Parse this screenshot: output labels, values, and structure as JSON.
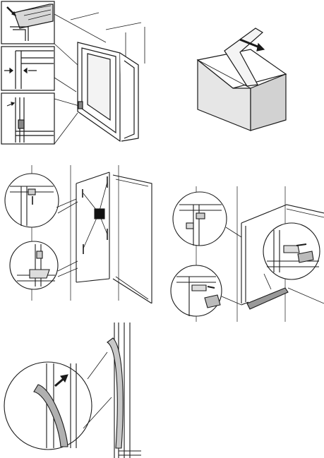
{
  "page": {
    "title": "",
    "panels": [
      {
        "id": "panel-1",
        "desc_icon": "cabinet-frame-install-icon"
      },
      {
        "id": "panel-2",
        "desc_icon": "box-unwrap-tape-icon"
      },
      {
        "id": "panel-3",
        "desc_icon": "hinge-screws-icon"
      },
      {
        "id": "panel-4",
        "desc_icon": "door-bracket-install-icon"
      },
      {
        "id": "panel-5",
        "desc_icon": "seal-strip-insert-icon"
      }
    ],
    "callout_mark": ""
  },
  "colors": {
    "line": "#1a1a1a",
    "fill_light": "#ebebeb",
    "fill_mid": "#bdbdbd",
    "fill_dark": "#7a7a7a"
  }
}
